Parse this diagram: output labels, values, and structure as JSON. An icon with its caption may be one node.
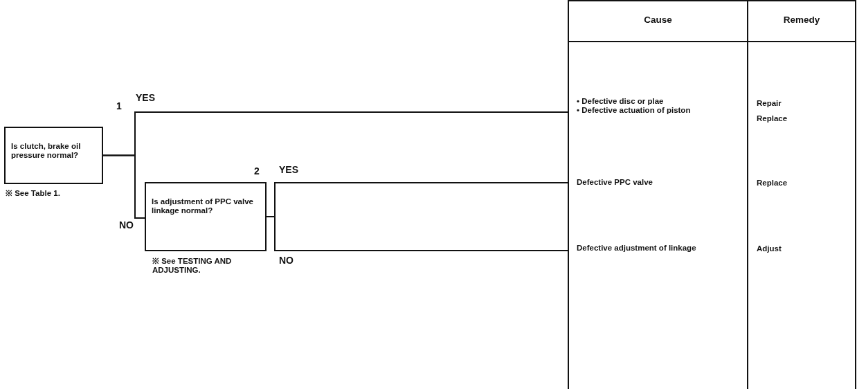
{
  "diagram": {
    "nodes": [
      {
        "text": [
          "Is clutch, brake oil pressure normal?"
        ],
        "beside": [
          "1",
          "※ See Table 1."
        ]
      },
      {
        "text": [
          "Is adjustment of PPC valve linkage normal?"
        ],
        "beside": [
          "2",
          "※ See TESTING AND ADJUSTING."
        ]
      },
      {
        "text": [
          "• Defective disc or plae",
          "• Defective actuation of piston"
        ]
      },
      {
        "text": [
          "Defective PPC valve"
        ]
      },
      {
        "text": [
          "Defective adjustment of linkage"
        ]
      }
    ],
    "edges": [
      {
        "from": 0,
        "to": 2,
        "arrow": "none",
        "label": "YES"
      },
      {
        "from": 0,
        "to": 1,
        "arrow": "none",
        "label": "NO"
      },
      {
        "from": 1,
        "to": 3,
        "arrow": "none",
        "label": "YES"
      },
      {
        "from": 1,
        "to": 4,
        "arrow": "none",
        "label": "NO"
      }
    ],
    "labels": [
      "Cause",
      "Remedy",
      "Repair",
      "Replace",
      "Replace",
      "Adjust"
    ]
  }
}
